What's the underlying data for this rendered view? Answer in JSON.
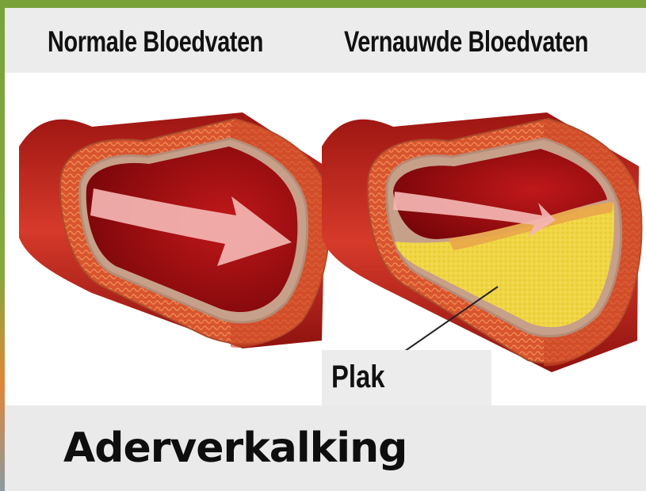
{
  "labels": {
    "normal": "Normale Bloedvaten",
    "narrowed": "Vernauwde Bloedvaten",
    "plaque": "Plak",
    "main_title": "Aderverkalking"
  },
  "colors": {
    "frame_green": "#79a23b",
    "vessel_red": "#c3221c",
    "lumen_red": "#9a0d10",
    "wall_orange": "#d9553a",
    "plaque_yellow": "#f2d845",
    "arrow_pink": "#f3b3b3"
  }
}
